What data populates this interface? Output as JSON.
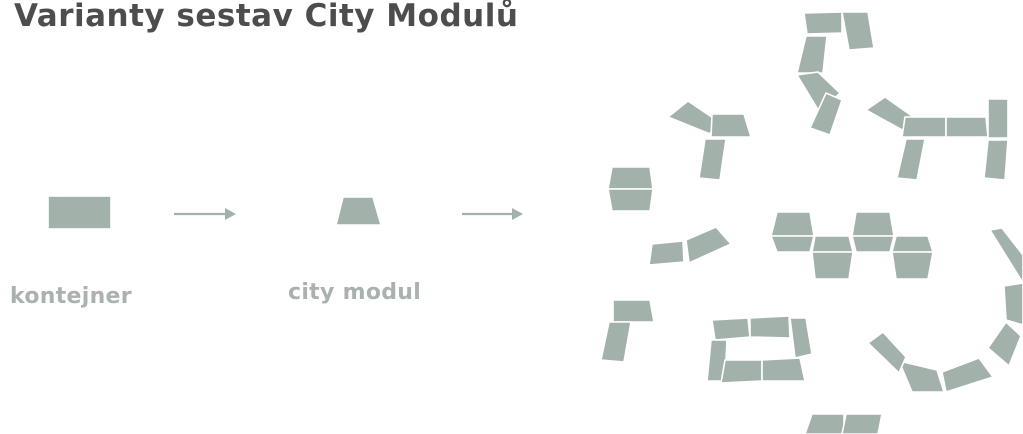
{
  "title": "Varianty sestav City Modulů",
  "labels": {
    "container": "kontejner",
    "module": "city modul"
  },
  "colors": {
    "module_fill": "#a3b1ab",
    "title_text": "#4d4d4d",
    "label_text": "#a9b2ae"
  }
}
